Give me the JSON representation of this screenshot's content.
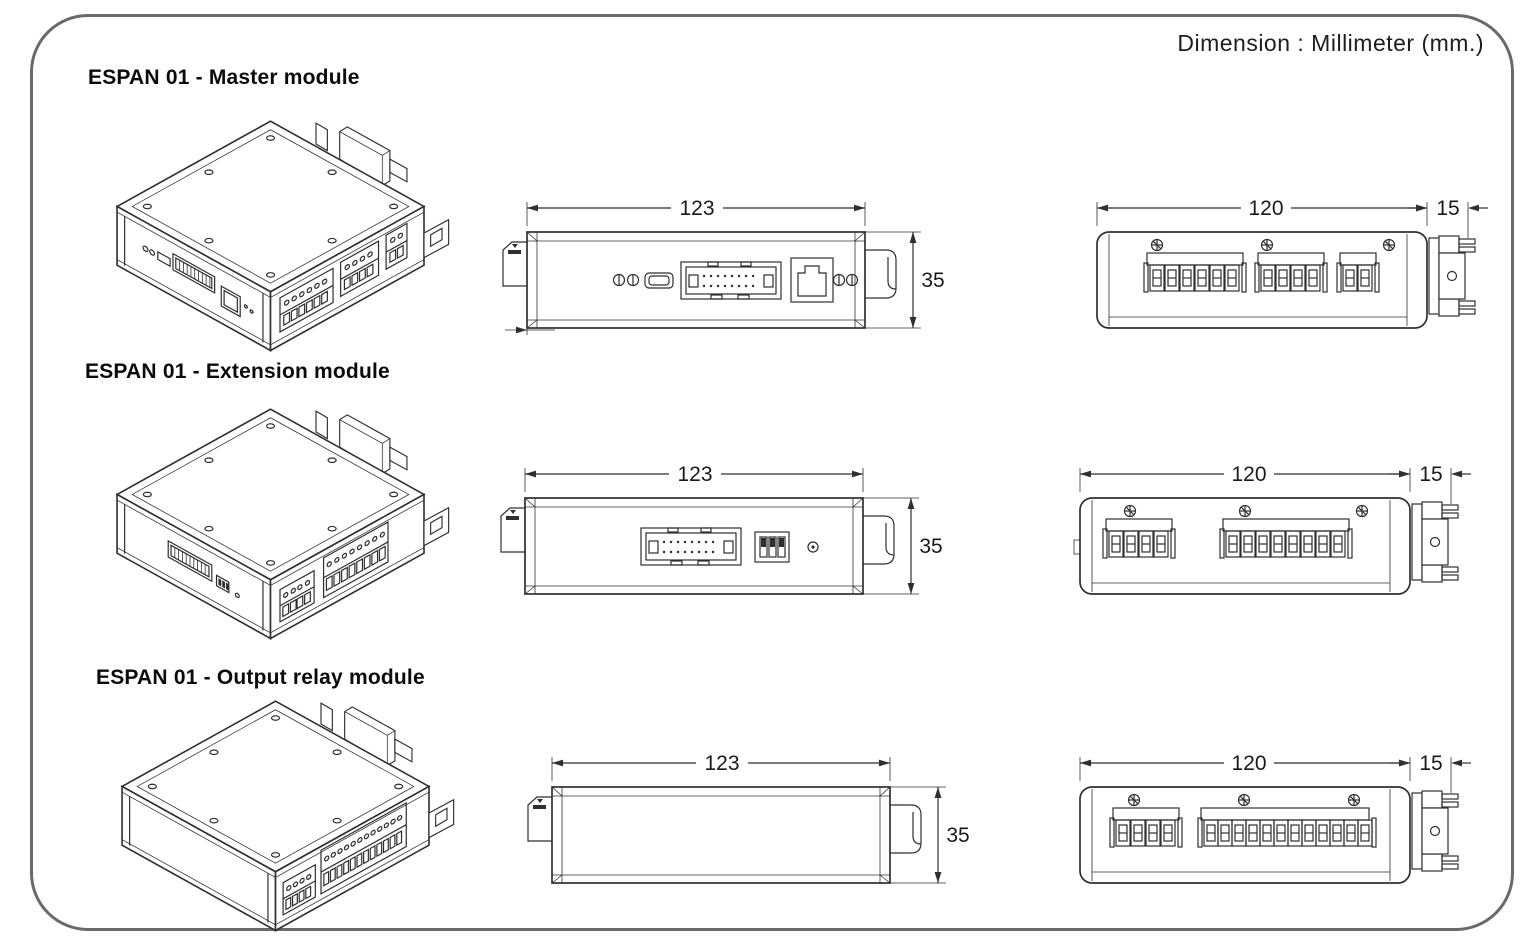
{
  "page": {
    "dimension_note": "Dimension : Millimeter (mm.)"
  },
  "sections": [
    {
      "label": "ESPAN 01 - Master module",
      "front_view": {
        "width_mm": "123",
        "height_mm": "35"
      },
      "side_view": {
        "width_mm": "120",
        "din_clip_mm": "15"
      }
    },
    {
      "label": "ESPAN 01 - Extension module",
      "front_view": {
        "width_mm": "123",
        "height_mm": "35"
      },
      "side_view": {
        "width_mm": "120",
        "din_clip_mm": "15"
      }
    },
    {
      "label": "ESPAN 01 - Output relay module",
      "front_view": {
        "width_mm": "123",
        "height_mm": "35"
      },
      "side_view": {
        "width_mm": "120",
        "din_clip_mm": "15"
      }
    }
  ]
}
